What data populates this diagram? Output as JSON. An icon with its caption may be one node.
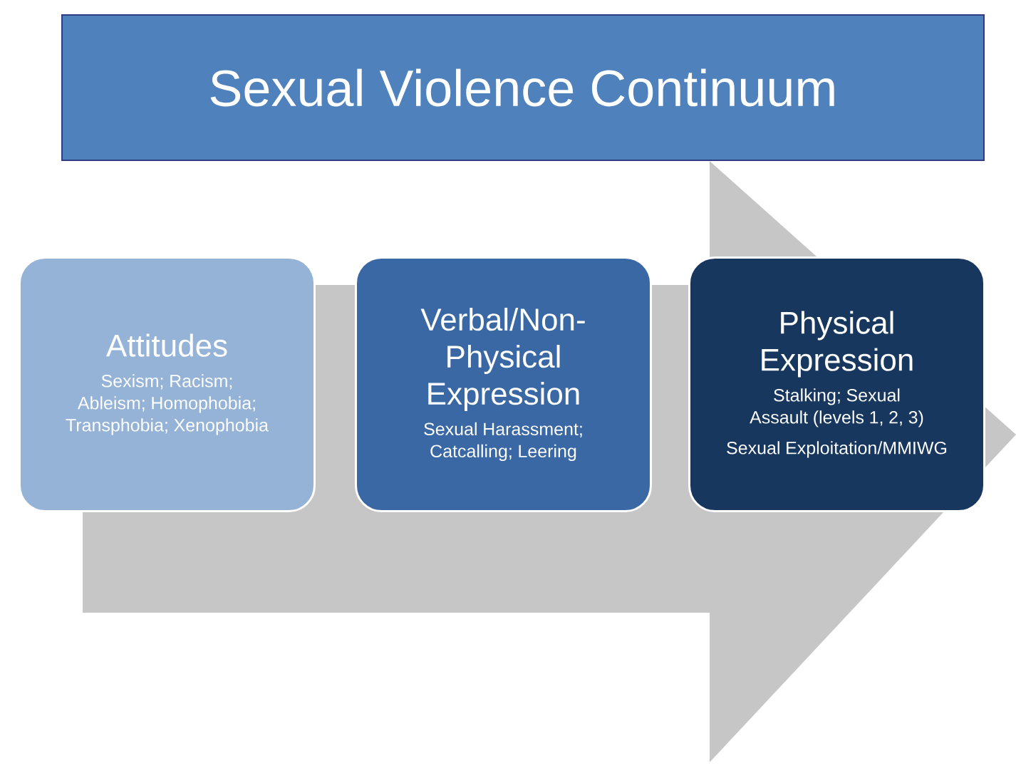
{
  "diagram": {
    "title": "Sexual Violence Continuum",
    "nodes": [
      {
        "text": [],
        "shape": "arrow"
      },
      {
        "text": [
          "Attitudes",
          "Sexism; Racism; Ableism; Homophobia; Transphobia; Xenophobia"
        ]
      },
      {
        "text": [
          "Verbal/Non-Physical Expression",
          "Sexual Harassment; Catcalling; Leering"
        ],
        "in": 0
      },
      {
        "text": [
          "Physical Expression",
          "Stalking; Sexual Assault (levels 1, 2, 3)",
          "Sexual Exploitation/MMIWG"
        ],
        "in": 0
      }
    ]
  }
}
